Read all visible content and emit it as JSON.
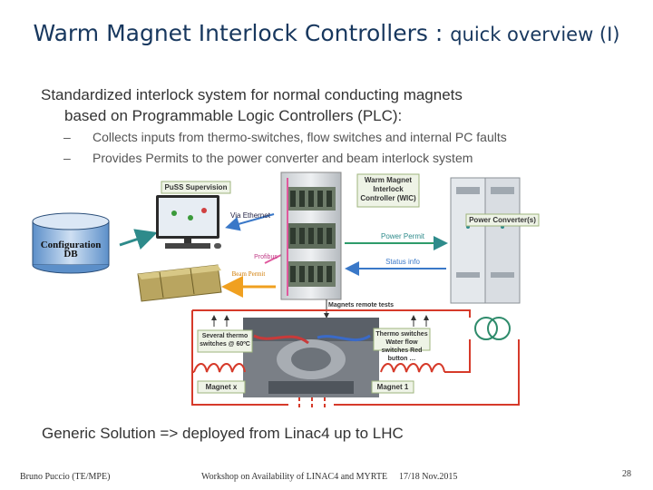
{
  "slide": {
    "title_main": "Warm Magnet Interlock Controllers : ",
    "title_sub": "quick overview (I)",
    "bullet_main_line1": "Standardized interlock system for normal conducting magnets",
    "bullet_main_line2": "based on Programmable Logic Controllers (PLC):",
    "sub_bullets": [
      "Collects inputs from thermo-switches, flow switches and internal PC faults",
      "Provides Permits to the power converter and beam interlock system"
    ],
    "sub_bullet_dash": "–",
    "generic_solution": "Generic Solution => deployed from Linac4 up to LHC"
  },
  "diagram": {
    "config_db": "Configuration DB",
    "puss": "PuSS Supervision",
    "via_ethernet": "Via Ethernet",
    "profibus": "Profibus",
    "beam_permit": "Beam Permit",
    "wic": "Warm Magnet Interlock Controller (WIC)",
    "power_permit": "Power Permit",
    "power_converter": "Power Converter(s)",
    "status_info": "Status info",
    "magnets_remote_tests": "Magnets remote tests",
    "thermo_left": "Several thermo switches @ 60ºC",
    "thermo_right": "Thermo switches Water flow switches Red button …",
    "magnet_left": "Magnet x",
    "magnet_right": "Magnet 1"
  },
  "footer": {
    "author": "Bruno Puccio (TE/MPE)",
    "event": "Workshop on Availability of LINAC4 and MYRTE",
    "date": "17/18 Nov.2015",
    "page": "28"
  },
  "colors": {
    "title": "#17375e",
    "arrow_teal": "#2e8b8b",
    "arrow_blue": "#3a78c8",
    "arrow_pink": "#e05a9e",
    "arrow_orange": "#f0a020",
    "wire_red": "#d63a2a"
  }
}
